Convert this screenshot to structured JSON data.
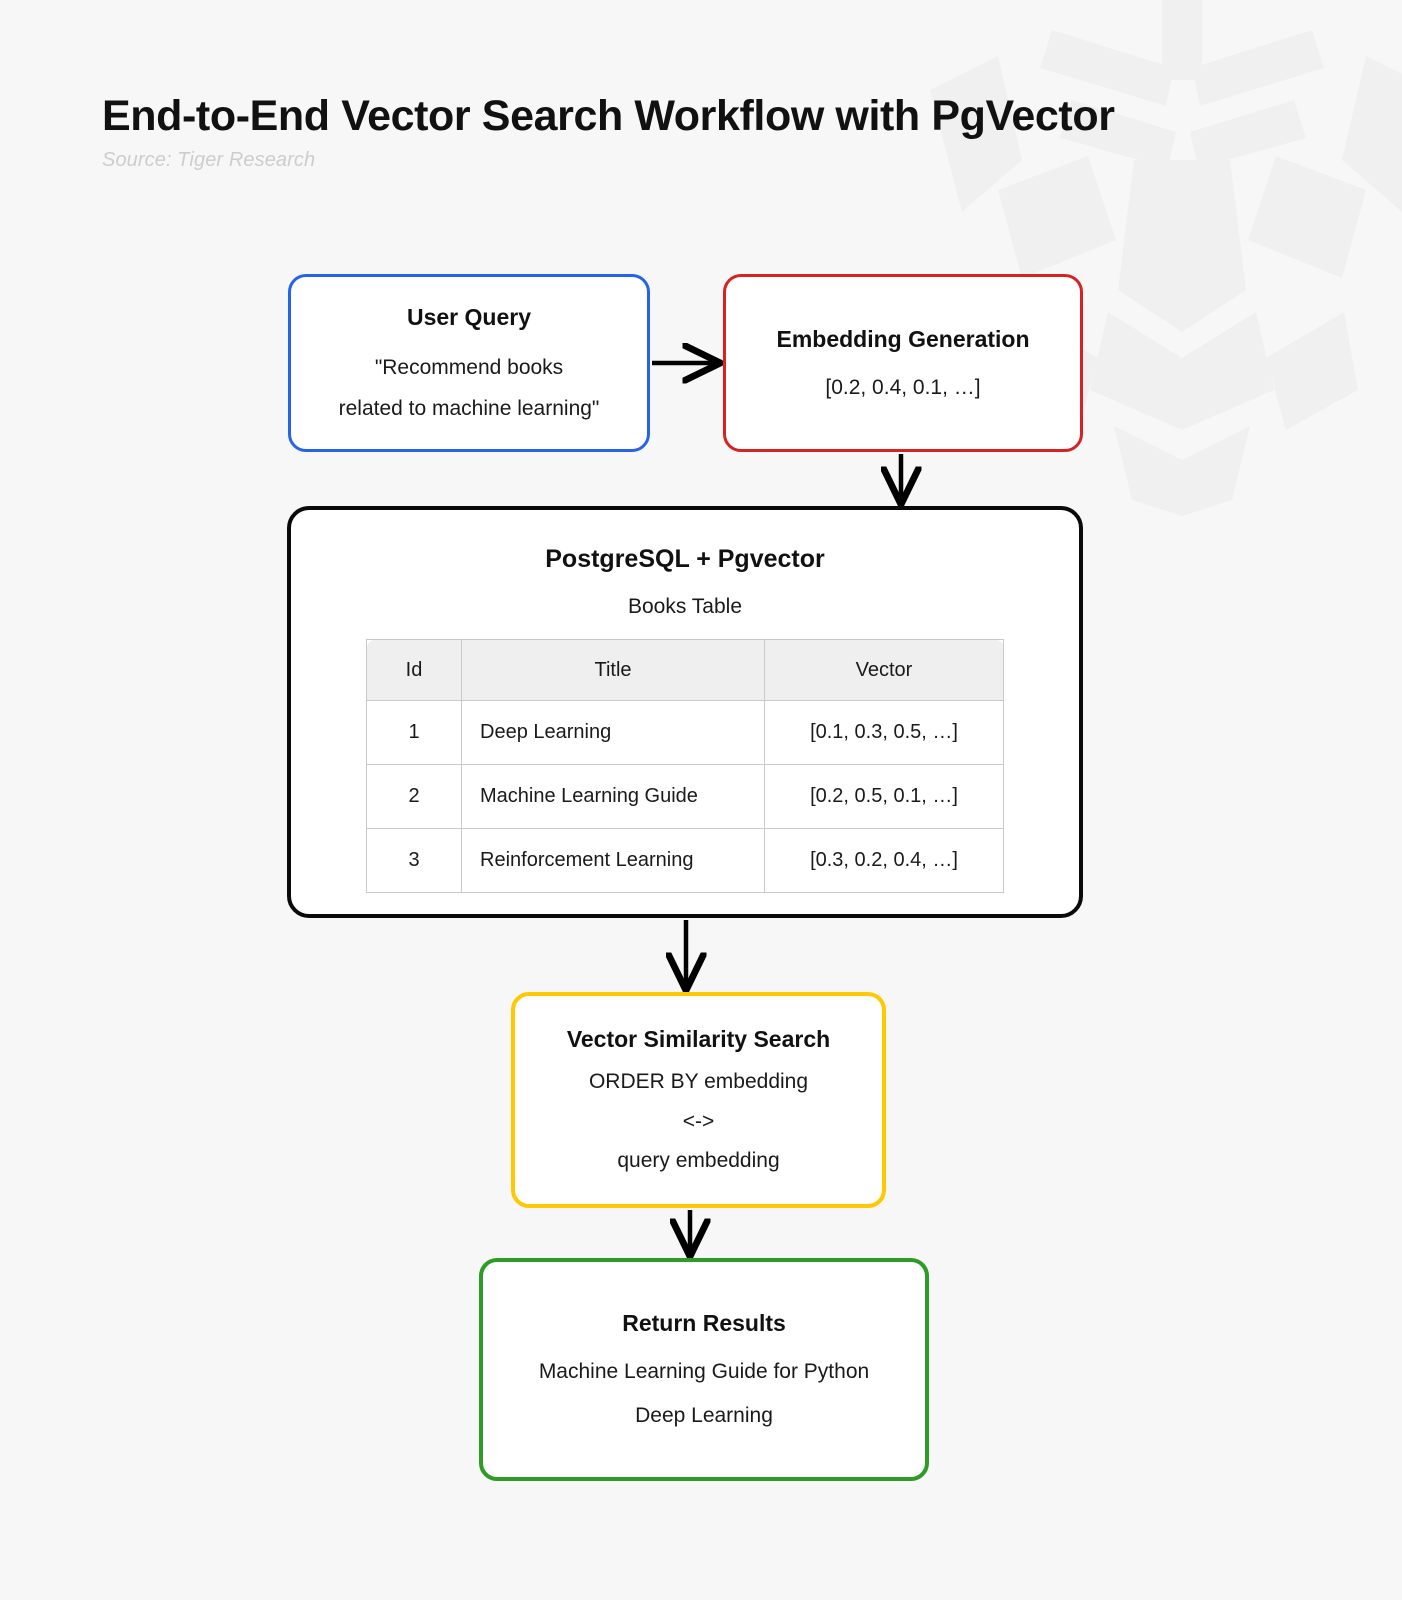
{
  "header": {
    "title": "End-to-End Vector Search Workflow with PgVector",
    "source": "Source: Tiger Research"
  },
  "colors": {
    "background": "#f7f7f7",
    "user_query_border": "#2563eb",
    "embedding_border": "#d62222",
    "postgres_border": "#0a0a0a",
    "similarity_border": "#ffc800",
    "return_border": "#2e9b26",
    "arrow": "#000000",
    "table_header_bg": "#efefef"
  },
  "chart_data": {
    "type": "diagram",
    "title": "End-to-End Vector Search Workflow with PgVector",
    "nodes": [
      {
        "id": "user_query",
        "label": "User Query",
        "accent": "#2563eb"
      },
      {
        "id": "embedding",
        "label": "Embedding Generation",
        "accent": "#d62222"
      },
      {
        "id": "postgres",
        "label": "PostgreSQL + Pgvector",
        "accent": "#0a0a0a"
      },
      {
        "id": "similarity",
        "label": "Vector Similarity Search",
        "accent": "#ffc800"
      },
      {
        "id": "return",
        "label": "Return Results",
        "accent": "#2e9b26"
      }
    ],
    "edges": [
      {
        "from": "user_query",
        "to": "embedding",
        "direction": "right"
      },
      {
        "from": "embedding",
        "to": "postgres",
        "direction": "down"
      },
      {
        "from": "postgres",
        "to": "similarity",
        "direction": "down"
      },
      {
        "from": "similarity",
        "to": "return",
        "direction": "down"
      }
    ]
  },
  "nodes": {
    "user_query": {
      "title": "User Query",
      "line1": "\"Recommend books",
      "line2": "related to machine learning\""
    },
    "embedding": {
      "title": "Embedding Generation",
      "line1": "[0.2, 0.4, 0.1, …]"
    },
    "postgres": {
      "title": "PostgreSQL + Pgvector",
      "subtitle": "Books Table",
      "table": {
        "columns": [
          "Id",
          "Title",
          "Vector"
        ],
        "rows": [
          {
            "id": "1",
            "title": "Deep Learning",
            "vector": "[0.1, 0.3, 0.5, …]"
          },
          {
            "id": "2",
            "title": "Machine Learning Guide",
            "vector": "[0.2, 0.5, 0.1, …]"
          },
          {
            "id": "3",
            "title": "Reinforcement Learning",
            "vector": "[0.3, 0.2, 0.4, …]"
          }
        ]
      }
    },
    "similarity": {
      "title": "Vector Similarity Search",
      "line1": "ORDER BY embedding",
      "line2": "<->",
      "line3": "query embedding"
    },
    "return": {
      "title": "Return Results",
      "line1": "Machine Learning Guide for Python",
      "line2": "Deep Learning"
    }
  }
}
